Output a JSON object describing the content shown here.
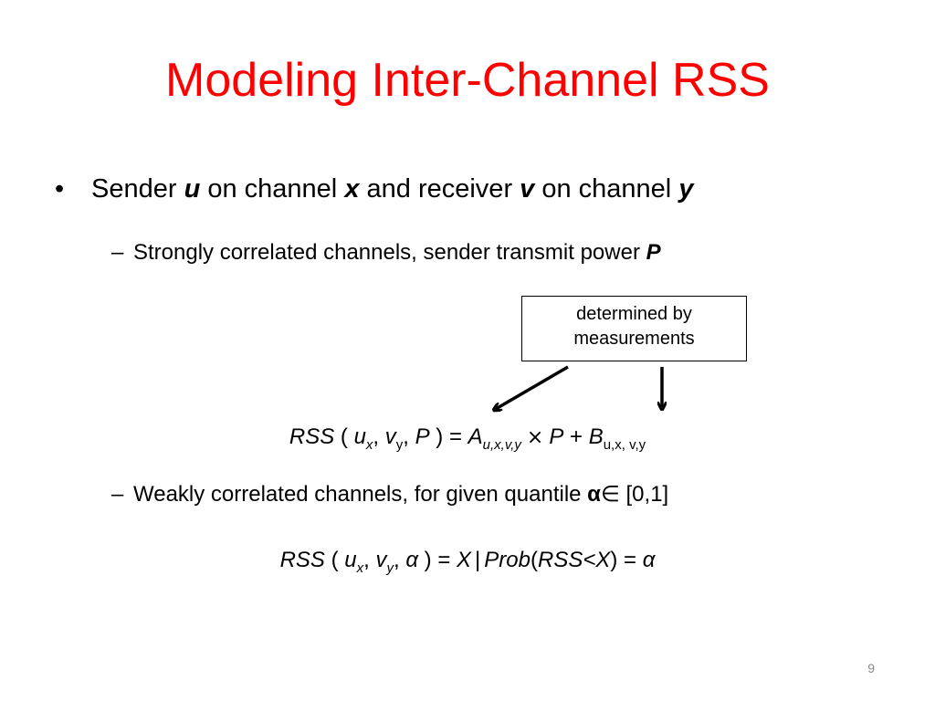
{
  "slide": {
    "title": "Modeling Inter-Channel RSS",
    "page_number": "9"
  },
  "bullet": {
    "symbol": "•",
    "text_1": "Sender ",
    "var_u": "u",
    "text_2": " on channel ",
    "var_x": "x",
    "text_3": " and receiver ",
    "var_v": "v",
    "text_4": " on channel ",
    "var_y": "y"
  },
  "strong": {
    "dash": "–",
    "text": "Strongly correlated channels, sender transmit power ",
    "var_p": "P"
  },
  "callout": {
    "line_1": "determined by",
    "line_2": "measurements"
  },
  "formula_1": {
    "rss": "RSS",
    "open": " ( ",
    "u": "u",
    "u_sub": "x",
    "comma_1": ", ",
    "v": "v",
    "v_sub": "y",
    "comma_2": ", ",
    "p": "P",
    "close_eq": " ) = ",
    "a": "A",
    "a_sub": "u,x,v,y",
    "times": "×",
    "p2": "P",
    "plus": " + ",
    "b": "B",
    "b_sub": "u,x, v,y"
  },
  "weak": {
    "dash": "–",
    "text": "Weakly correlated channels, for given quantile ",
    "alpha": "α",
    "in_range": "∈ [0,1]"
  },
  "formula_2": {
    "rss": "RSS",
    "open": " ( ",
    "u": "u",
    "u_sub": "x",
    "comma_1": ", ",
    "v": "v",
    "v_sub": "y",
    "comma_2": ", ",
    "alpha": "α",
    "close_eq": " ) = ",
    "x": "X",
    "bar": "|",
    "prob": "Prob",
    "paren_open": "(",
    "rss_inner": "RSS<X",
    "paren_close_eq": ") = ",
    "alpha_2": "α"
  },
  "colors": {
    "title": "#ff0000",
    "text": "#000000"
  }
}
